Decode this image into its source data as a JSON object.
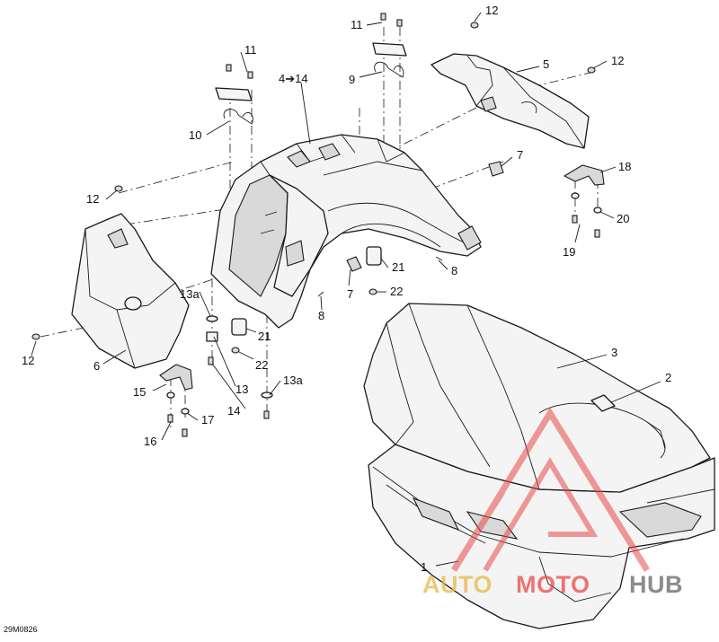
{
  "figure": {
    "document_number": "29M0826",
    "callouts": [
      "1",
      "2",
      "3",
      "4➔14",
      "5",
      "6",
      "7",
      "7",
      "8",
      "8",
      "9",
      "10",
      "11",
      "11",
      "12",
      "12",
      "12",
      "12",
      "13",
      "13a",
      "13a",
      "14",
      "15",
      "16",
      "17",
      "18",
      "19",
      "20",
      "21",
      "21",
      "22",
      "22"
    ]
  },
  "watermark": {
    "word_auto": "AUTO",
    "word_moto": "MOTO",
    "word_hub": "HUB",
    "color_primary": "#e84a4a",
    "color_gold": "#e8b84a",
    "color_gray": "#666666"
  }
}
